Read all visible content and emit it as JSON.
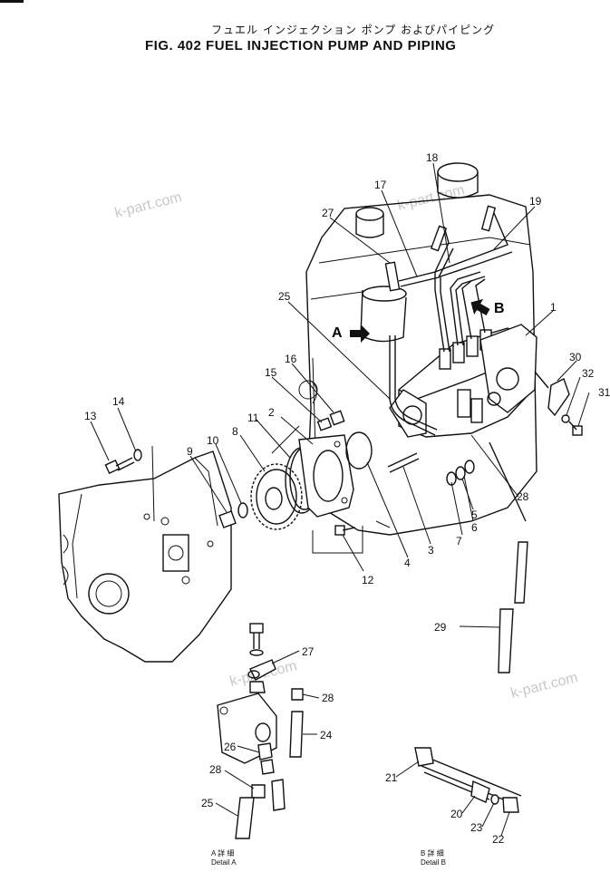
{
  "header": {
    "title_jp": "フュエル インジェクション ポンプ およびパイピング",
    "title_en": "FIG. 402  FUEL  INJECTION  PUMP  AND  PIPING"
  },
  "watermarks": [
    "k-part.com",
    "k-part.com",
    "k-part.com",
    "k-part.com"
  ],
  "view_labels": {
    "arrow_a": "A",
    "arrow_b": "B"
  },
  "callouts": [
    "1",
    "2",
    "3",
    "4",
    "5",
    "6",
    "7",
    "8",
    "9",
    "10",
    "11",
    "12",
    "13",
    "14",
    "15",
    "16",
    "17",
    "18",
    "19",
    "25",
    "27",
    "28",
    "29",
    "30",
    "31",
    "32"
  ],
  "detail_a": {
    "callouts": [
      "27",
      "28",
      "24",
      "26",
      "28",
      "25"
    ],
    "caption_jp": "A 詳 細",
    "caption_en": "Detail A"
  },
  "detail_b": {
    "callouts": [
      "21",
      "20",
      "23",
      "22"
    ],
    "caption_jp": "B 詳 細",
    "caption_en": "Detail B"
  }
}
